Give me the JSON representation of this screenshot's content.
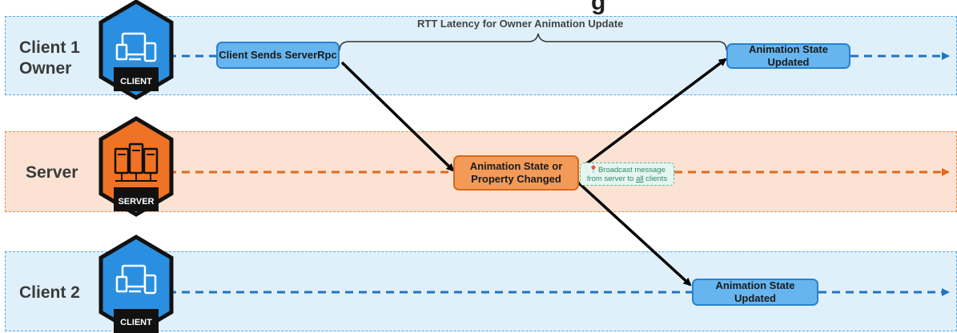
{
  "title_fragment": "g",
  "lanes": {
    "client1": {
      "label_line1": "Client 1",
      "label_line2": "Owner",
      "badge": "CLIENT"
    },
    "server": {
      "label": "Server",
      "badge": "SERVER"
    },
    "client2": {
      "label": "Client 2",
      "badge": "CLIENT"
    }
  },
  "rtt_label": "RTT Latency for Owner Animation Update",
  "nodes": {
    "client_sends": "Client Sends ServerRpc",
    "server_changed_line1": "Animation State or",
    "server_changed_line2": "Property Changed",
    "client1_updated": "Animation State Updated",
    "client2_updated": "Animation State Updated"
  },
  "broadcast": {
    "line1": "Broadcast message",
    "line2_prefix": "from server to ",
    "line2_emphasis": "all",
    "line2_suffix": " clients"
  },
  "colors": {
    "client_lane_bg": "#dff0fb",
    "server_lane_bg": "#fbe2d3",
    "client_node": "#66b5ee",
    "server_node": "#f39a58",
    "client_badge": "#2a8fe0",
    "server_badge": "#f07325",
    "broadcast": "#2c8a6b"
  }
}
